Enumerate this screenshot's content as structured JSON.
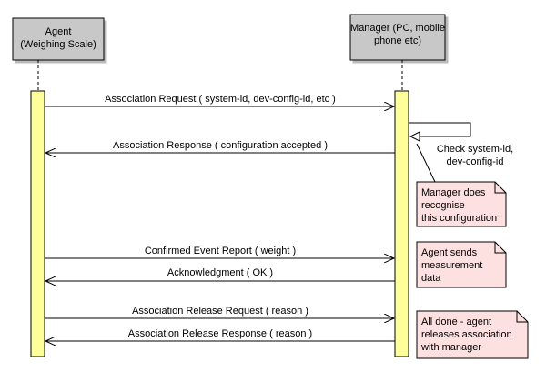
{
  "participants": {
    "agent": {
      "line1": "Agent",
      "line2": "(Weighing Scale)"
    },
    "manager": {
      "line1": "Manager (PC, mobile",
      "line2": "phone etc)"
    }
  },
  "messages": [
    {
      "text": "Association Request ( system-id, dev-config-id, etc )",
      "direction": "to-manager"
    },
    {
      "text": "Association Response ( configuration accepted )",
      "direction": "to-agent"
    },
    {
      "text": "Confirmed Event Report ( weight )",
      "direction": "to-manager"
    },
    {
      "text": "Acknowledgment ( OK )",
      "direction": "to-agent"
    },
    {
      "text": "Association Release Request ( reason )",
      "direction": "to-manager"
    },
    {
      "text": "Association Release Response ( reason )",
      "direction": "to-agent"
    }
  ],
  "self_call": {
    "line1": "Check system-id,",
    "line2": "dev-config-id"
  },
  "notes": [
    {
      "lines": [
        "Manager does",
        "recognise",
        "this configuration"
      ]
    },
    {
      "lines": [
        "Agent sends",
        "measurement",
        "data"
      ]
    },
    {
      "lines": [
        "All done - agent",
        "releases association",
        "with manager"
      ]
    }
  ],
  "colors": {
    "header_fill": "#c8c8c8",
    "activation_fill": "#ffff99",
    "note_fill": "#fde0e0",
    "line": "#000000"
  }
}
